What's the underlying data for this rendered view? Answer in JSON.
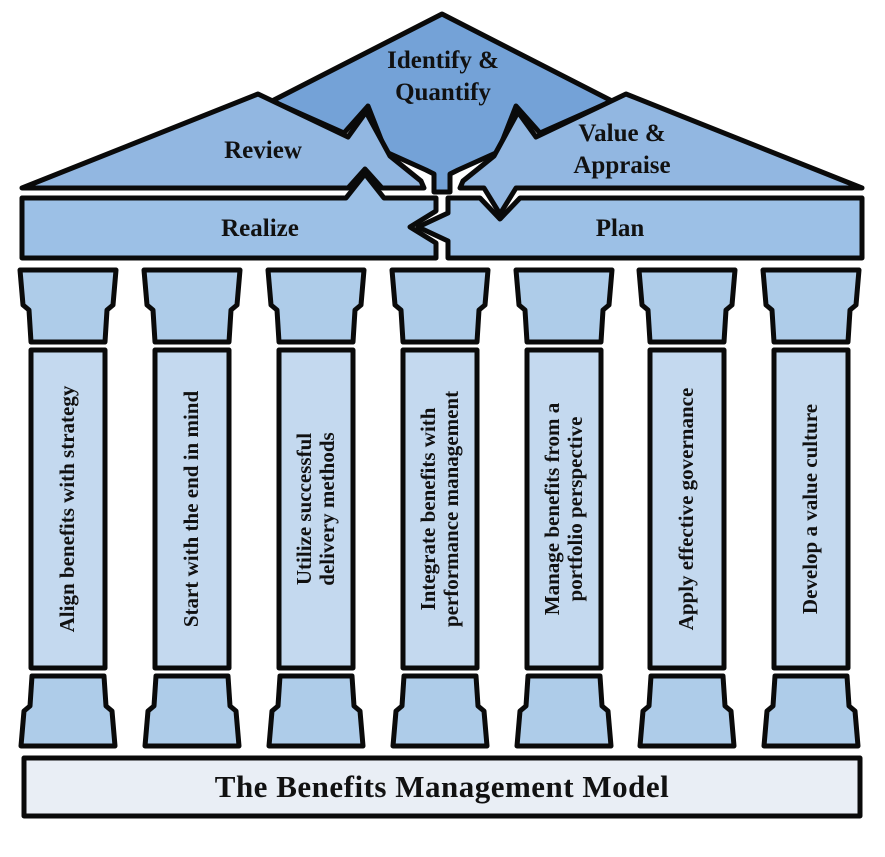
{
  "diagram_title": "The Benefits Management Model",
  "pediment": {
    "identify": {
      "line1": "Identify &",
      "line2": "Quantify"
    },
    "review": {
      "label": "Review"
    },
    "value": {
      "line1": "Value &",
      "line2": "Appraise"
    },
    "realize": {
      "label": "Realize"
    },
    "plan": {
      "label": "Plan"
    }
  },
  "columns": [
    {
      "line1": "Align benefits with strategy",
      "line2": ""
    },
    {
      "line1": "Start with the end in mind",
      "line2": ""
    },
    {
      "line1": "Utilize successful",
      "line2": "delivery methods"
    },
    {
      "line1": "Integrate benefits with",
      "line2": "performance management"
    },
    {
      "line1": "Manage benefits from a",
      "line2": "portfolio perspective"
    },
    {
      "line1": "Apply effective governance",
      "line2": ""
    },
    {
      "line1": "Develop a value culture",
      "line2": ""
    }
  ],
  "colors": {
    "outline": "#0a0a0a",
    "pediment_top": "#74a2d7",
    "pediment_sides": "#92b7e1",
    "beams": "#9cc0e6",
    "capitals": "#aecce9",
    "shafts": "#c4d9ef",
    "base_bar": "#e9eef5",
    "background": "#ffffff",
    "text": "#111111"
  }
}
